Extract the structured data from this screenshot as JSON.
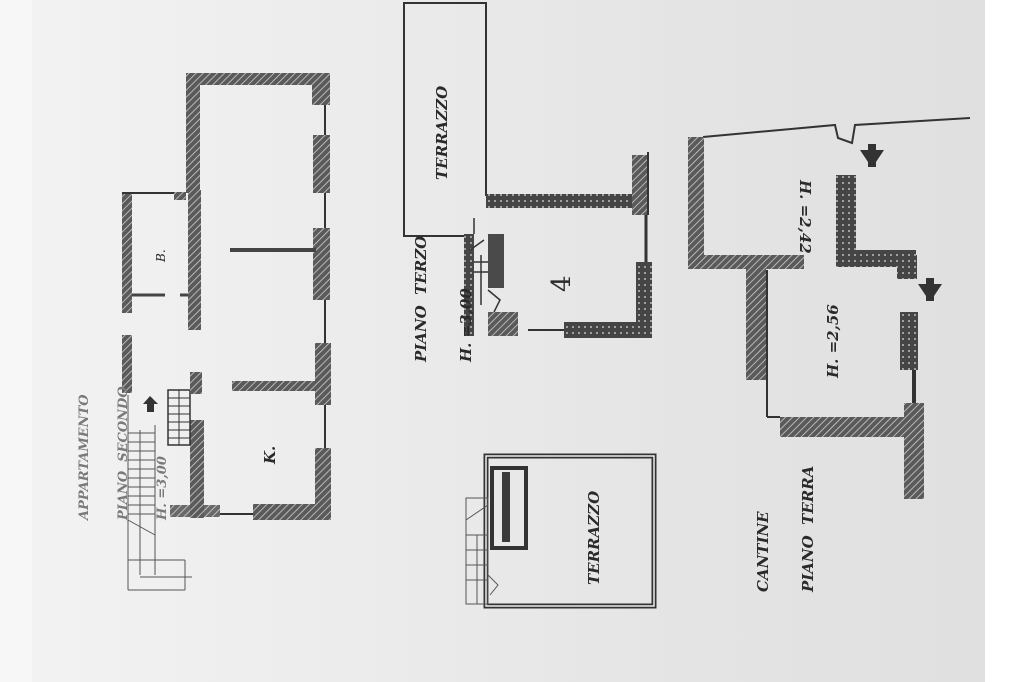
{
  "document": {
    "type": "architectural-floor-plan",
    "orientation": "rotated-90-ccw",
    "colors": {
      "paper": "#e8e8e8",
      "wall_fill": "#4a4a4a",
      "hatch": "#2c2c2c",
      "outline": "#333333",
      "text": "#2a2a2a",
      "margin": "#ffffff"
    }
  },
  "plans": {
    "second_floor": {
      "title_line1": "APPARTAMENTO",
      "title_line2": "PIANO  SECONDO",
      "height_label": "H. =3,00",
      "rooms": [
        {
          "label": "B."
        },
        {
          "label": "K."
        }
      ],
      "entry_arrow": "arrow-up-icon"
    },
    "third_floor": {
      "title_line1": "PIANO  TERZO",
      "title_line2": "H. =3,00",
      "terrace_top_label": "TERRAZZO",
      "room_number": "4",
      "terrace_bottom_label": "TERRAZZO"
    },
    "ground_floor_cellars": {
      "title_line1": "CANTINE",
      "title_line2": "PIANO  TERRA",
      "cellar_a_height": "H. =2,42",
      "cellar_b_height": "H. =2,56",
      "entry_arrows": [
        "arrow-left-icon",
        "arrow-left-icon"
      ]
    }
  }
}
